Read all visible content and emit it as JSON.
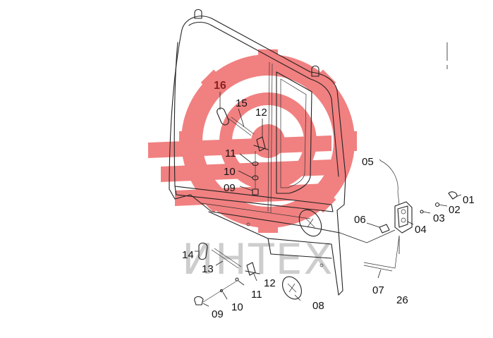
{
  "diagram": {
    "watermark_text": "ИНТЕХ",
    "colors": {
      "watermark_logo": "#ef6b6b",
      "watermark_text": "#bdbdbd",
      "lines": "#222222",
      "label_red": "#8a1f1f"
    },
    "callouts": {
      "c01": "01",
      "c02": "02",
      "c03": "03",
      "c04": "04",
      "c05": "05",
      "c06": "06",
      "c07": "07",
      "c08": "08",
      "c09_upper": "09",
      "c09_lower": "09",
      "c10_upper": "10",
      "c10_lower": "10",
      "c11_upper": "11",
      "c11_lower": "11",
      "c12_upper": "12",
      "c12_lower": "12",
      "c13": "13",
      "c14": "14",
      "c15": "15",
      "c16": "16",
      "c26": "26"
    }
  }
}
